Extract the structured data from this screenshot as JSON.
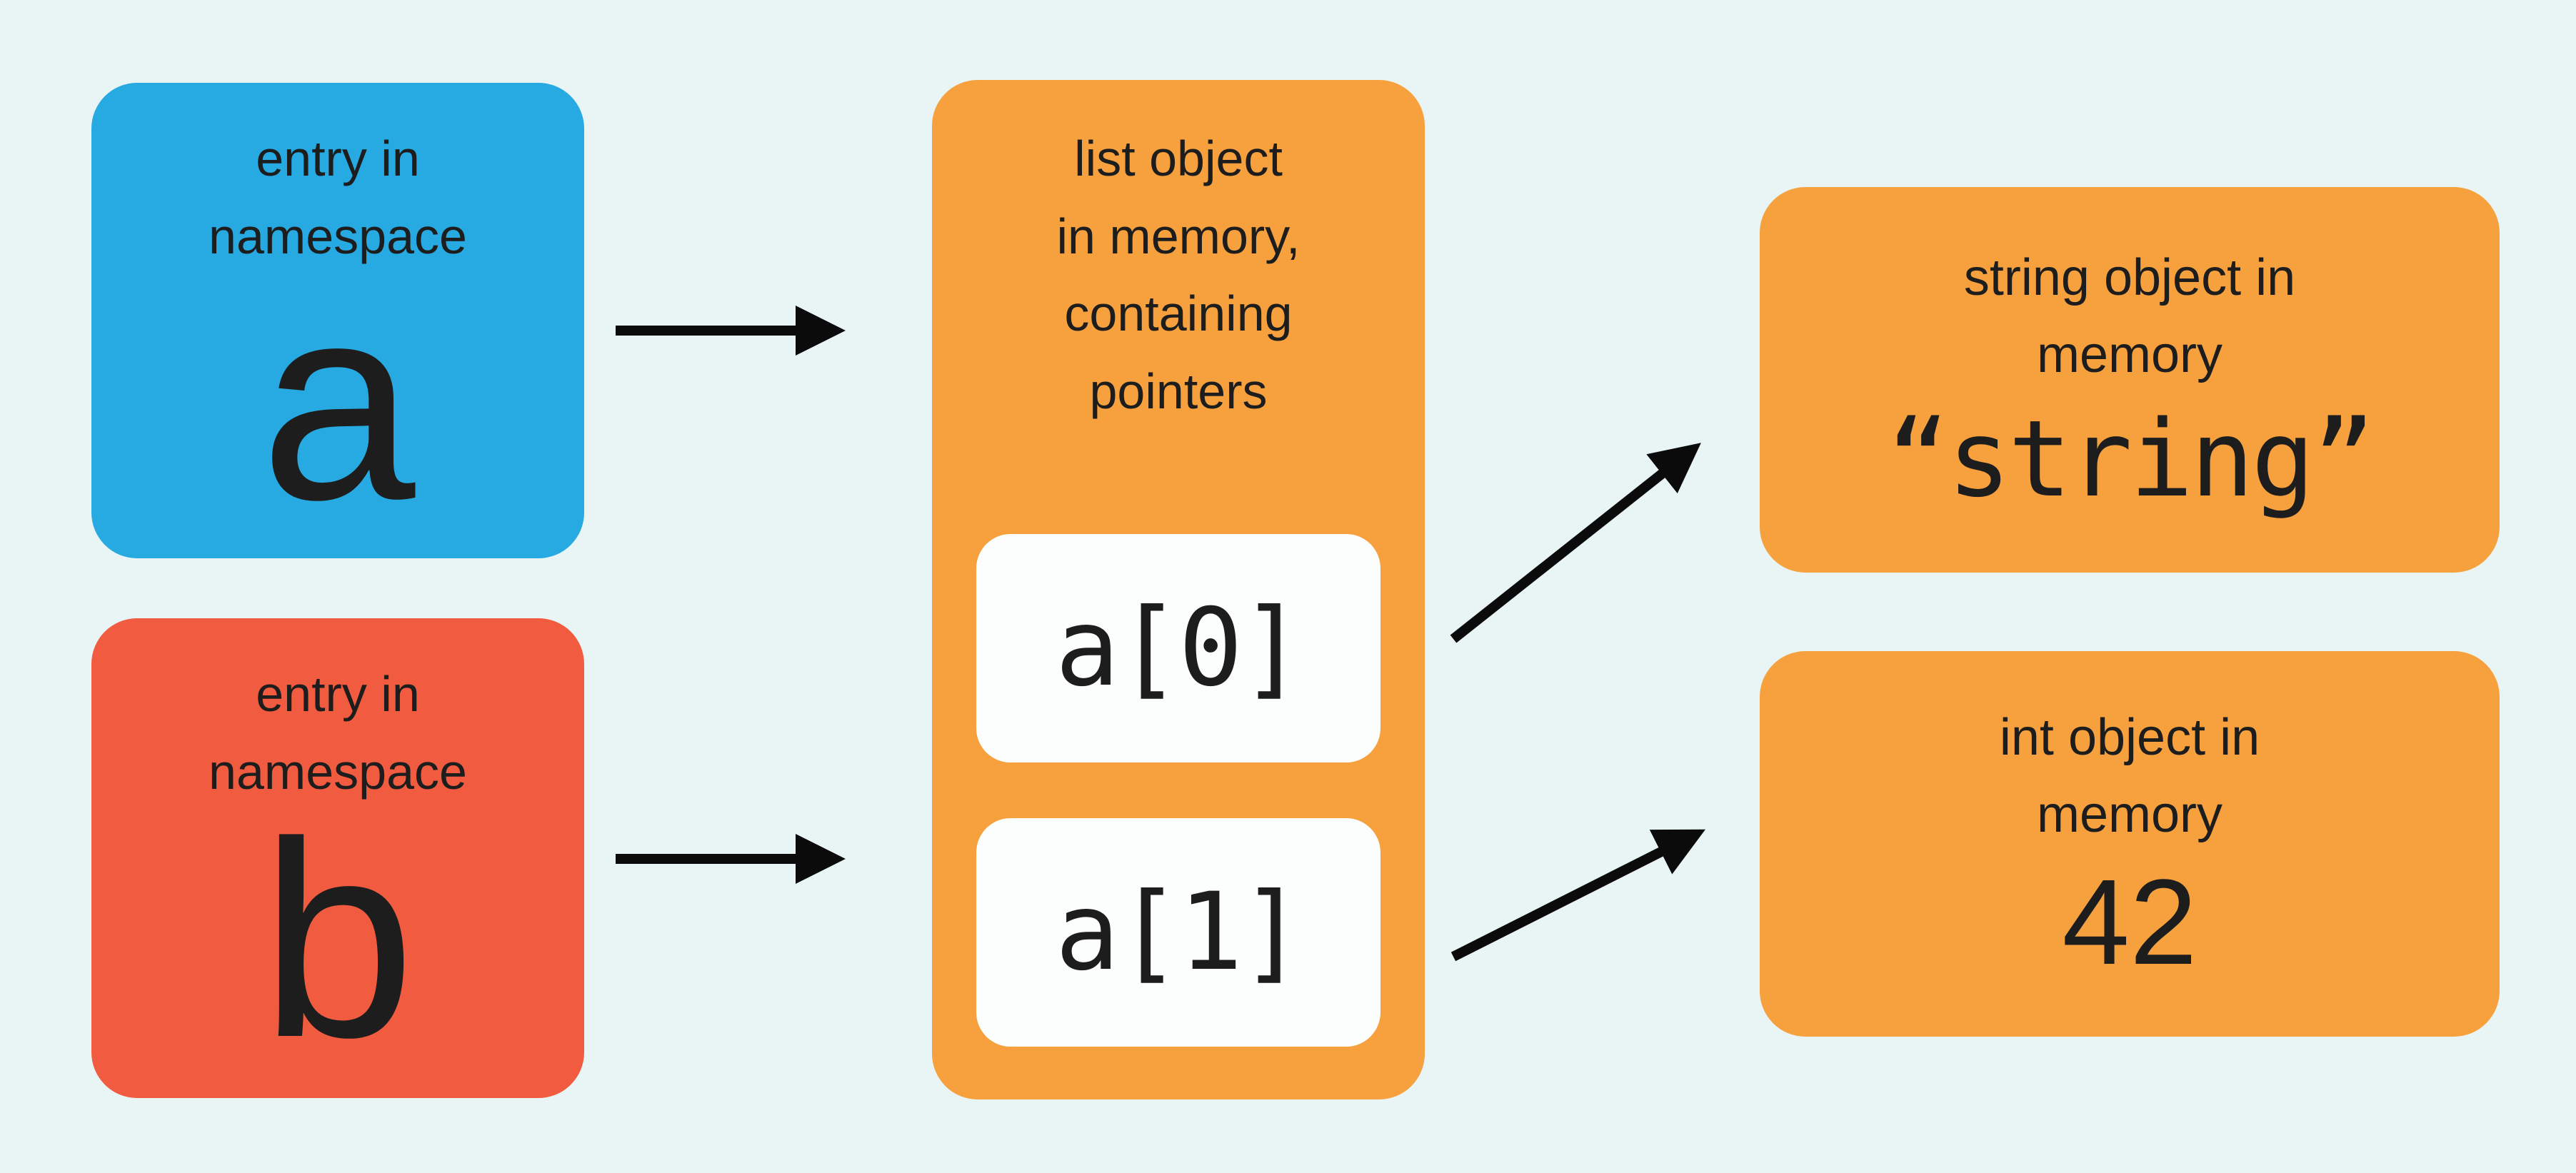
{
  "background": "#e9f5f5",
  "colors": {
    "namespace_a": "#27a9e1",
    "namespace_b": "#f15b40",
    "memory_object": "#f6a13e",
    "pointer_cell": "#fcfefe",
    "arrow": "#0b0b0b",
    "text": "#1d1d1d"
  },
  "nodes": {
    "namespace_a": {
      "label": "entry in\nnamespace",
      "symbol": "a"
    },
    "namespace_b": {
      "label": "entry in\nnamespace",
      "symbol": "b"
    },
    "list": {
      "label": "list object\nin memory,\ncontaining\npointers",
      "items": [
        {
          "label": "a[0]"
        },
        {
          "label": "a[1]"
        }
      ]
    },
    "string_obj": {
      "label": "string object in\nmemory",
      "value": "“string”"
    },
    "int_obj": {
      "label": "int object in\nmemory",
      "value": "42"
    }
  },
  "edges": [
    {
      "from": "namespace_a",
      "to": "list"
    },
    {
      "from": "namespace_b",
      "to": "list"
    },
    {
      "from": "list.items.0",
      "to": "string_obj"
    },
    {
      "from": "list.items.1",
      "to": "int_obj"
    }
  ]
}
